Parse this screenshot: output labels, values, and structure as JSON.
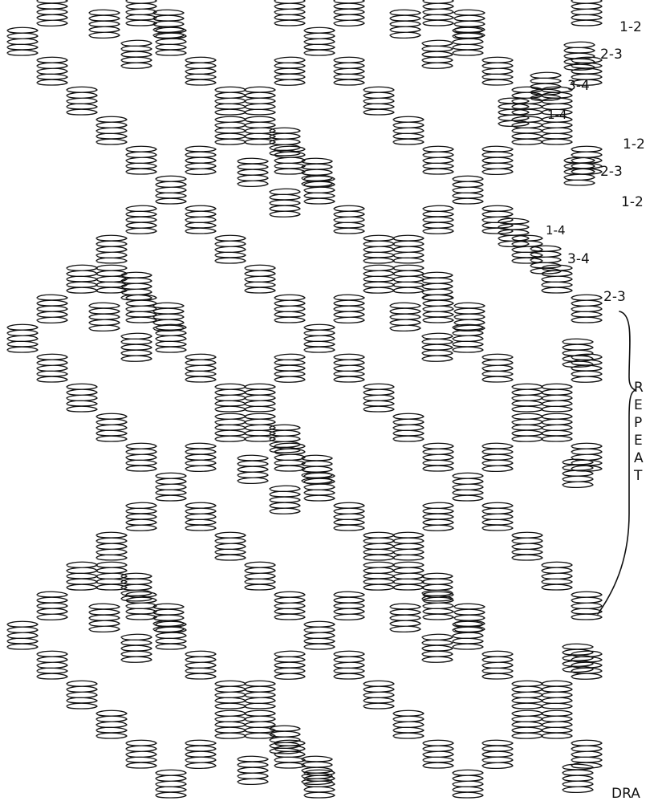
{
  "draft": {
    "labels": [
      "1-2",
      "2-3",
      "3-4",
      "1-4",
      "1-2",
      "2-3",
      "1-2",
      "1-4",
      "3-4",
      "2-3"
    ],
    "repeat_letters": [
      "R",
      "E",
      "P",
      "E",
      "A",
      "T"
    ],
    "signature": "DRA"
  },
  "colors": {
    "ink": "#111111",
    "paper": "#ffffff"
  },
  "icons": {
    "float_block": "thread-float-icon"
  }
}
